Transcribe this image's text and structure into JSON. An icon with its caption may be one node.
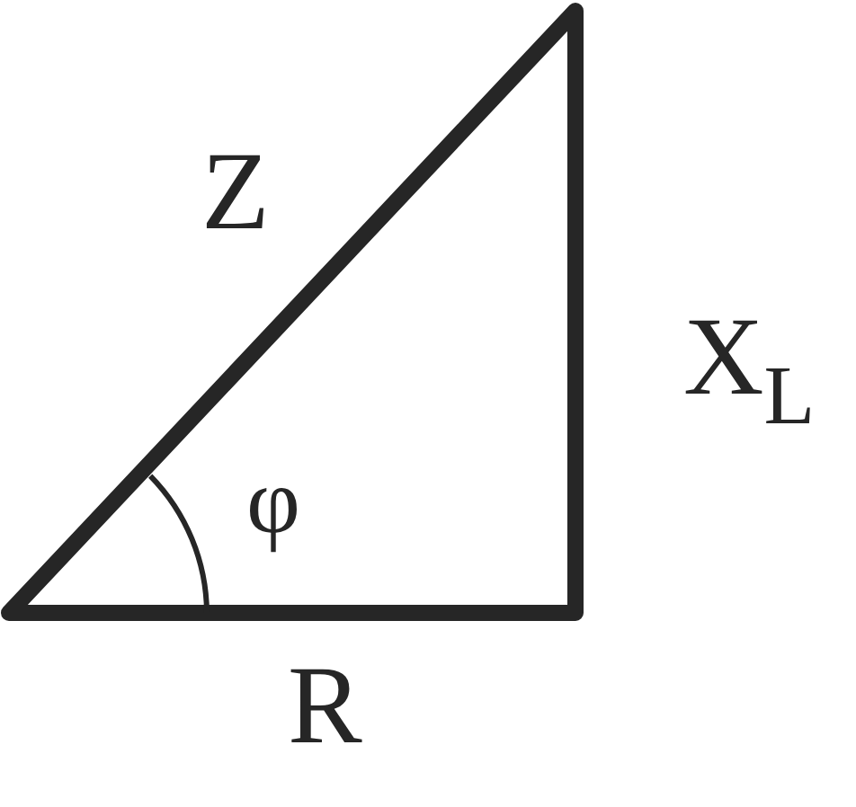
{
  "diagram": {
    "labels": [
      "Z",
      "X$_{L}$",
      "φ",
      "R"
    ]
  }
}
